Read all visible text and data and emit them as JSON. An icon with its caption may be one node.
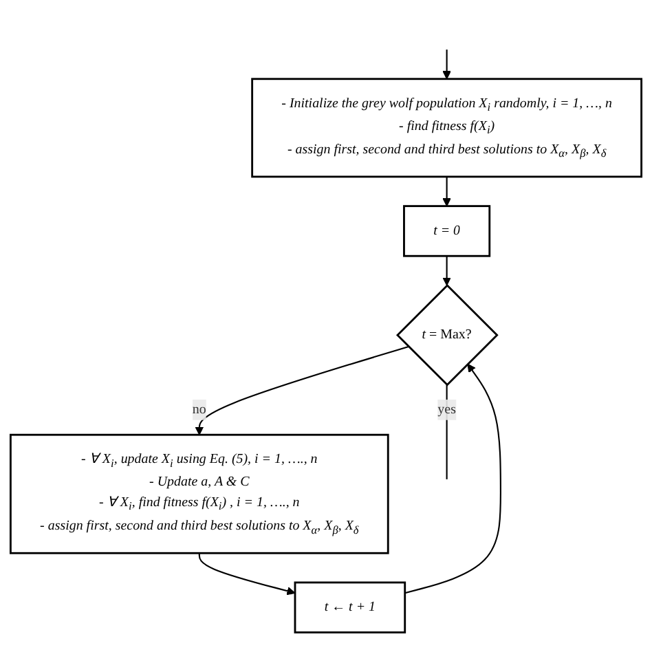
{
  "diagram": {
    "nodes": [
      {
        "text": [
          "- Initialize the grey wolf population X$_{i}$ randomly, i = 1, …, n",
          "- find fitness f(X$_{i}$)",
          "- assign first, second and third best solutions to X$_{α}$, X$_{β}$, X$_{δ}$"
        ]
      },
      {
        "text": [
          "t = 0"
        ]
      },
      {
        "text": [
          "*t* = Max?"
        ]
      },
      {
        "text": [
          "- ∀ X$_{i}$, update X$_{i}$ using Eq. (5),  i = 1, …., n",
          "- Update a, A & C",
          "- ∀ X$_{i}$, find fitness f(X$_{i}$) ,  i = 1, …., n",
          "- assign first, second and third best solutions to X$_{α}$, X$_{β}$, X$_{δ}$"
        ]
      },
      {
        "text": [
          "t ← t + 1"
        ]
      }
    ],
    "edges": [
      {
        "from": null,
        "to": 0,
        "arrow": "to"
      },
      {
        "from": 0,
        "to": 1,
        "arrow": "to"
      },
      {
        "from": 1,
        "to": 2,
        "arrow": "to"
      },
      {
        "from": 2,
        "to": 3,
        "arrow": "to",
        "label": "no"
      },
      {
        "from": 3,
        "to": 4,
        "arrow": "to"
      },
      {
        "from": 4,
        "to": 2,
        "arrow": "to"
      },
      {
        "from": 2,
        "to": null,
        "arrow": "none",
        "label": "yes"
      }
    ]
  }
}
